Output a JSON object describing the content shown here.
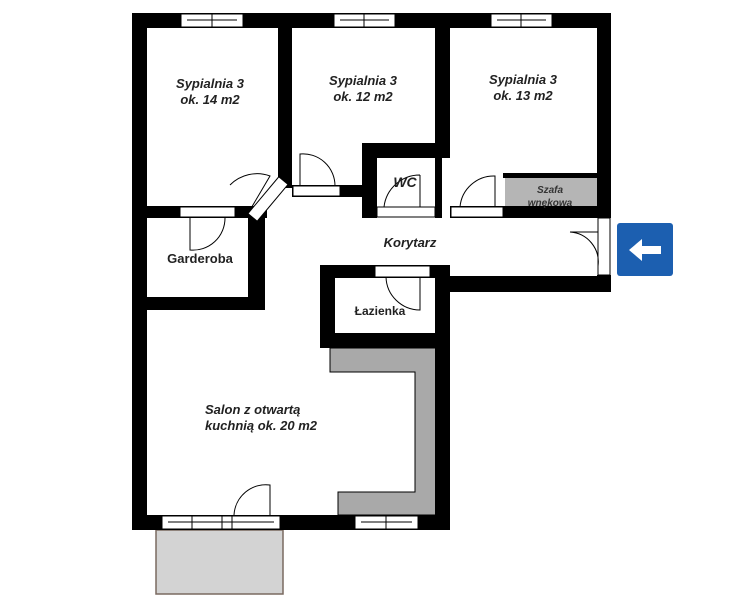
{
  "rooms": {
    "bedroom1": {
      "name": "Sypialnia 3",
      "area": "ok. 14 m2"
    },
    "bedroom2": {
      "name": "Sypialnia 3",
      "area": "ok. 12 m2"
    },
    "bedroom3": {
      "name": "Sypialnia 3",
      "area": "ok. 13 m2"
    },
    "wc": "WC",
    "wardrobe_line1": "Szafa",
    "wardrobe_line2": "wnękowa",
    "corridor": "Korytarz",
    "dressing_room": "Garderoba",
    "bathroom": "Łazienka",
    "living_line1": "Salon z otwartą",
    "living_line2": "kuchnią ok. 20 m2"
  },
  "entrance_sign": {
    "icon": "arrow-left-icon",
    "color": "#1c5fb0"
  },
  "colors": {
    "wall": "#000000",
    "counter": "#a9a9a9",
    "balcony": "#d3d3d3"
  }
}
